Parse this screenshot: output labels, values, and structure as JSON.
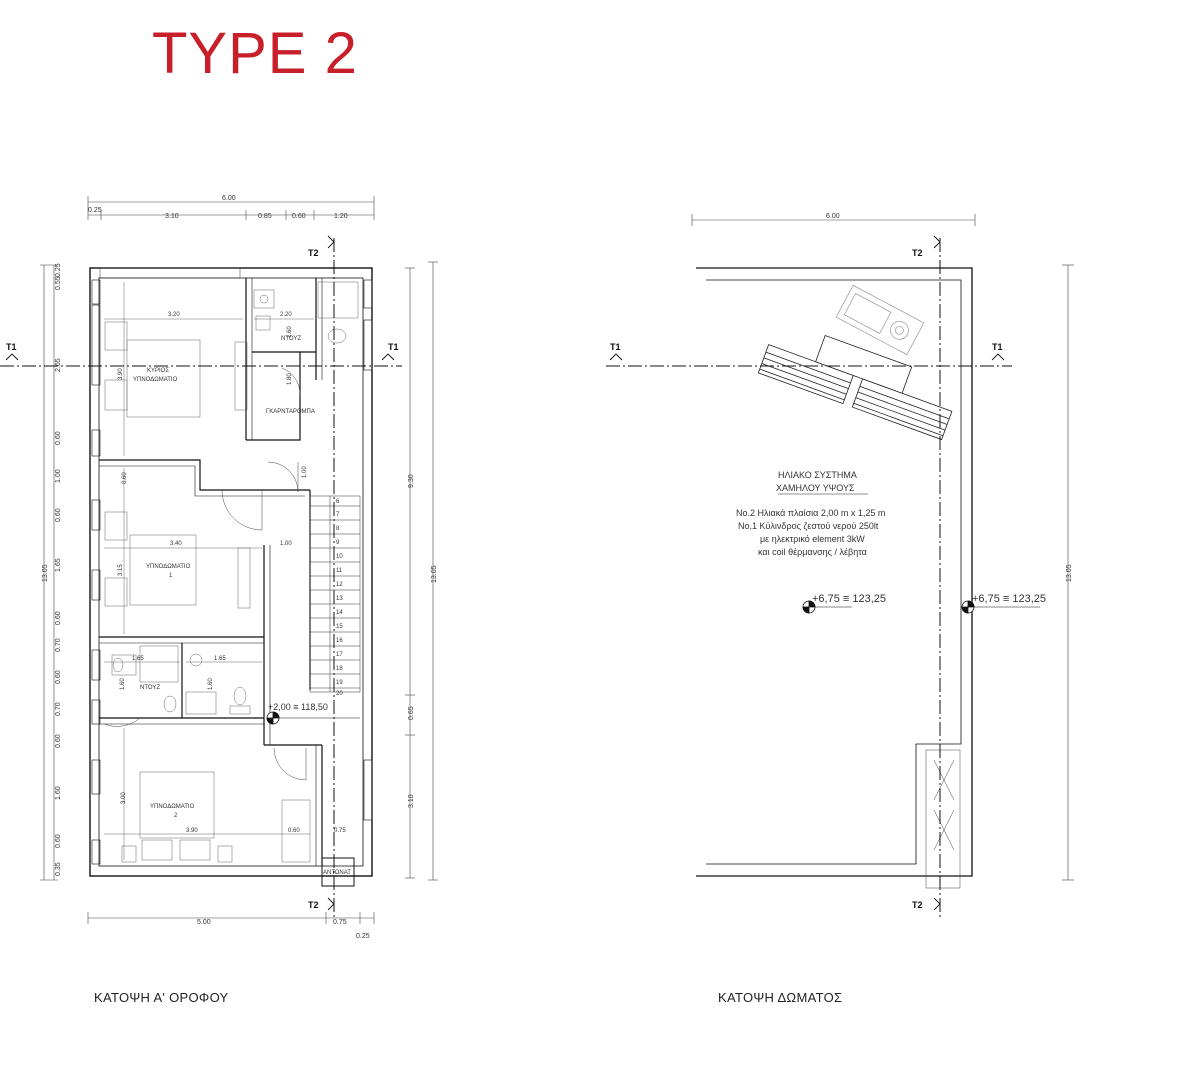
{
  "title": "TYPE 2",
  "left_plan": {
    "caption": "ΚΑΤΟΨΗ Α' ΟΡΟΦΟΥ",
    "dims_top": {
      "total": "6.00",
      "segments": [
        "0.25",
        "3.10",
        "0.85",
        "0.60",
        "1.20"
      ]
    },
    "dims_bottom": [
      "5.00",
      "0.75",
      "0.25"
    ],
    "dims_left_total": "13.05",
    "dims_left_segments": [
      "0.25",
      "0.55",
      "2.65",
      "0.60",
      "1.00",
      "0.60",
      "1.65",
      "0.60",
      "0.70",
      "0.60",
      "0.70",
      "0.60",
      "1.60",
      "0.60",
      "0.35"
    ],
    "dims_right": {
      "total": "13.05",
      "upper": "9.30",
      "middle": "0.65",
      "lower": "3.10"
    },
    "rooms": {
      "master_line1": "ΚΥΡΙΟΣ",
      "master_line2": "ΥΠΝΟΔΩΜΑΤΙΟ",
      "wardrobe": "ΓΚΑΡΝΤΑΡΟΜΠΑ",
      "bath_top": "ΝΤΟΥΖ",
      "bed1_line1": "ΥΠΝΟΔΩΜΑΤΙΟ",
      "bed1_line2": "1",
      "bath_mid": "ΝΤΟΥΖ",
      "bed2_line1": "ΥΠΝΟΔΩΜΑΤΙΟ",
      "bed2_line2": "2",
      "storage": "ΑΝΤΩΝΑΤ"
    },
    "inner_dims": [
      "3.20",
      "2.20",
      "1.60",
      "3.90",
      "1.80",
      "3.40",
      "1.00",
      "3.15",
      "1.65",
      "1.65",
      "1.60",
      "1.60",
      "3.00",
      "3.90",
      "0.60",
      "0.75",
      "0.60",
      "1.00"
    ],
    "stair_numbers": [
      "6",
      "7",
      "8",
      "9",
      "10",
      "11",
      "12",
      "13",
      "14",
      "15",
      "16",
      "17",
      "18",
      "19",
      "20"
    ],
    "level": "+2,00 ≡ 118,50",
    "section_marks": {
      "t1": "T1",
      "t2": "T2"
    }
  },
  "right_plan": {
    "caption": "ΚΑΤΟΨΗ ΔΩΜΑΤΟΣ",
    "dim_top": "6.00",
    "dim_right": "13.05",
    "solar_title_line1": "ΗΛΙΑΚΟ ΣΥΣΤΗΜΑ",
    "solar_title_line2": "ΧΑΜΗΛΟΥ ΥΨΟΥΣ",
    "solar_spec_lines": [
      "No.2 Ηλιακά πλαίσια 2,00 m x 1,25 m",
      "No.1 Κύλινδρος  ζεστού νερού 250lt",
      "με ηλεκτρικό element 3kW",
      "και coil θέρμανσης / λέβητα"
    ],
    "level_inner": "+6,75 ≡ 123,25",
    "level_edge": "+6,75 ≡ 123,25",
    "section_marks": {
      "t1": "T1",
      "t2": "T2"
    }
  }
}
